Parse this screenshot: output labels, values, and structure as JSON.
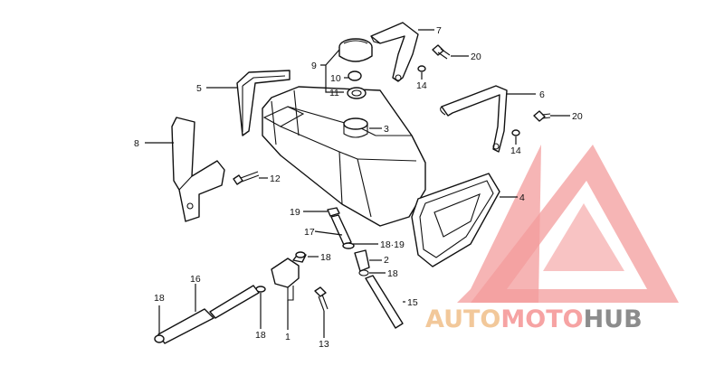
{
  "diagram": {
    "callouts": [
      "1",
      "2",
      "3",
      "4",
      "5",
      "6",
      "7",
      "8",
      "9",
      "10",
      "11",
      "12",
      "13",
      "14",
      "14",
      "15",
      "16",
      "17",
      "18",
      "18",
      "18",
      "18",
      "18·19",
      "19",
      "20",
      "20"
    ]
  },
  "watermark": {
    "brand_part1": "AUTO",
    "brand_part2": "MOTO",
    "brand_part3": "HUB",
    "colors": {
      "auto": "#f2c89a",
      "moto": "#f6a3a3",
      "hub": "#8c8c8c",
      "triangle": "#f28b8b"
    }
  }
}
